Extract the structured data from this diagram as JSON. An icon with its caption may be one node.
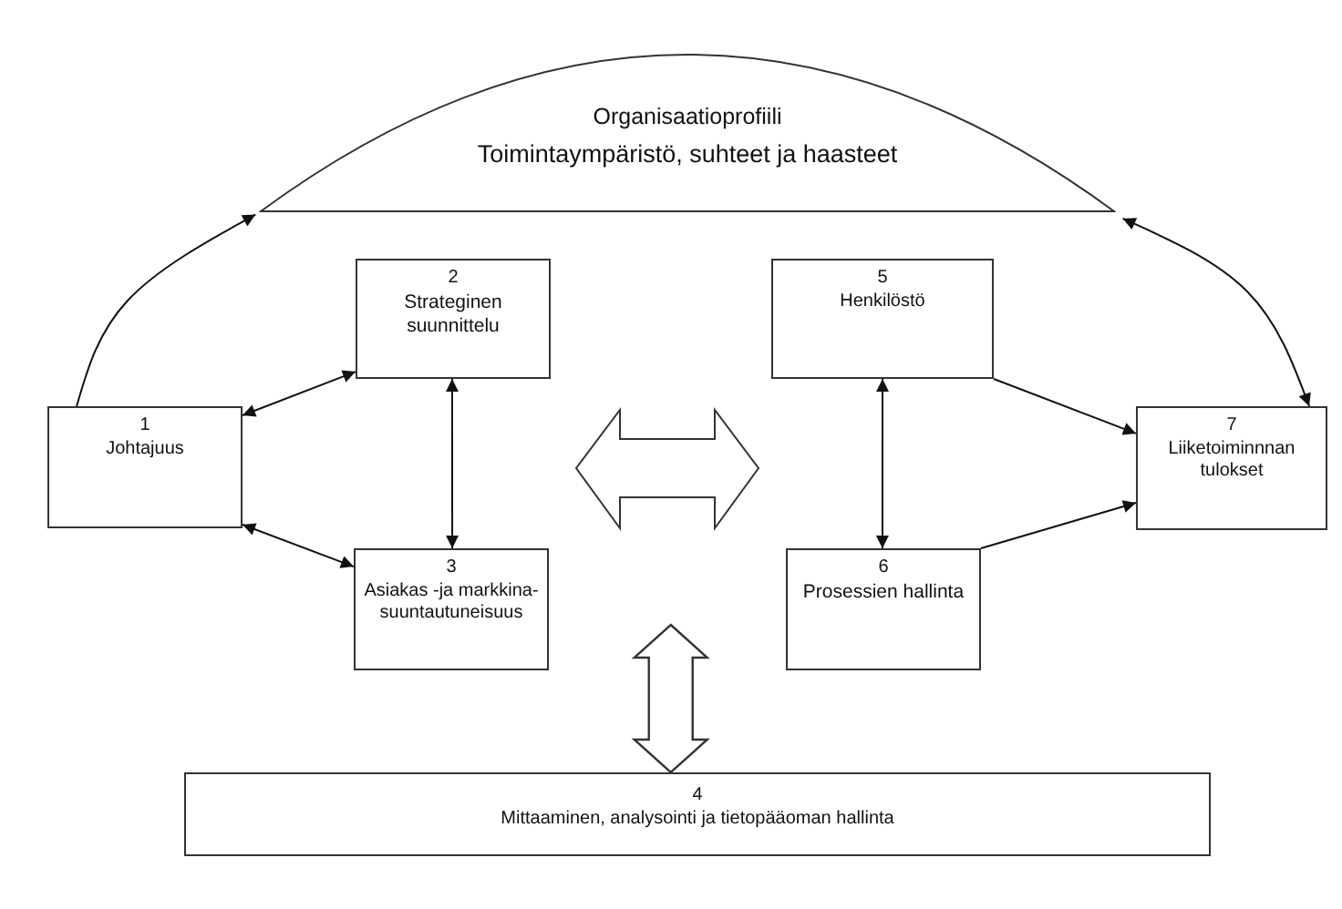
{
  "diagram": {
    "nodes": [
      {
        "text": [
          "Organisaatioprofiili",
          "Toimintaympäristö, suhteet ja haasteet"
        ]
      },
      {
        "text": [
          "1",
          "Johtajuus"
        ]
      },
      {
        "text": [
          "2",
          "Strateginen suunnittelu"
        ]
      },
      {
        "text": [
          "3",
          "Asiakas -ja markkina- suuntautuneisuus"
        ]
      },
      {
        "text": [
          "5",
          "Henkilöstö"
        ]
      },
      {
        "text": [
          "6",
          "Prosessien hallinta"
        ]
      },
      {
        "text": [
          "7",
          "Liiketoiminnnan tulokset"
        ]
      },
      {
        "text": [
          "4",
          "Mittaaminen, analysointi ja tietopääoman hallinta"
        ]
      }
    ],
    "edges": [
      {
        "from": 1,
        "to": 0,
        "arrow": "to"
      },
      {
        "from": 0,
        "to": 6,
        "arrow": "both"
      },
      {
        "from": 1,
        "to": 2,
        "arrow": "both"
      },
      {
        "from": 1,
        "to": 3,
        "arrow": "both"
      },
      {
        "from": 2,
        "to": 3,
        "arrow": "both"
      },
      {
        "from": 4,
        "to": 5,
        "arrow": "both"
      },
      {
        "from": 4,
        "to": 6,
        "arrow": "to"
      },
      {
        "from": 5,
        "to": 6,
        "arrow": "to"
      },
      {
        "from": null,
        "to": 7,
        "arrow": "both",
        "style": "thick"
      }
    ]
  }
}
